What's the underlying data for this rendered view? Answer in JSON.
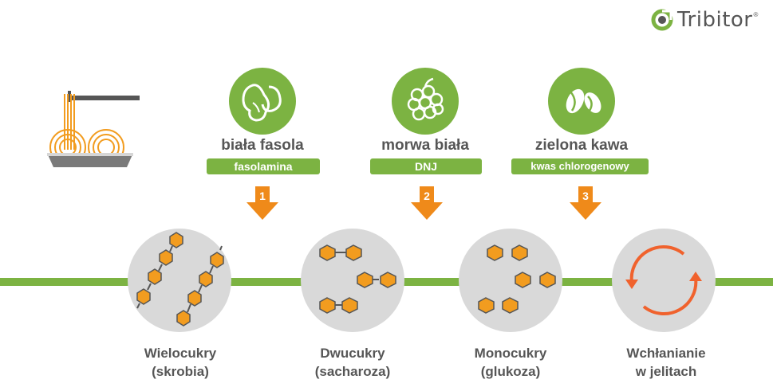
{
  "logo": {
    "text": "Tribitor",
    "reg": "®"
  },
  "ingredients": [
    {
      "name": "biała fasola",
      "compound": "fasolamina",
      "step": "1",
      "icon": "bean-icon"
    },
    {
      "name": "morwa biała",
      "compound": "DNJ",
      "step": "2",
      "icon": "mulberry-icon"
    },
    {
      "name": "zielona kawa",
      "compound": "kwas chlorogenowy",
      "step": "3",
      "icon": "coffee-bean-icon"
    }
  ],
  "stages": [
    {
      "line1": "Wielocukry",
      "line2": "(skrobia)",
      "icon": "polysaccharide-chain-icon"
    },
    {
      "line1": "Dwucukry",
      "line2": "(sacharoza)",
      "icon": "disaccharide-icon"
    },
    {
      "line1": "Monocukry",
      "line2": "(glukoza)",
      "icon": "monosaccharide-icon"
    },
    {
      "line1": "Wchłanianie",
      "line2": "w jelitach",
      "icon": "absorption-cycle-icon"
    }
  ],
  "colors": {
    "green": "#7cb342",
    "orange": "#f29c1f",
    "arrow": "#ef8a1a",
    "cycle": "#f0622d",
    "gray_circle": "#d9d9d9",
    "text": "#565656"
  }
}
